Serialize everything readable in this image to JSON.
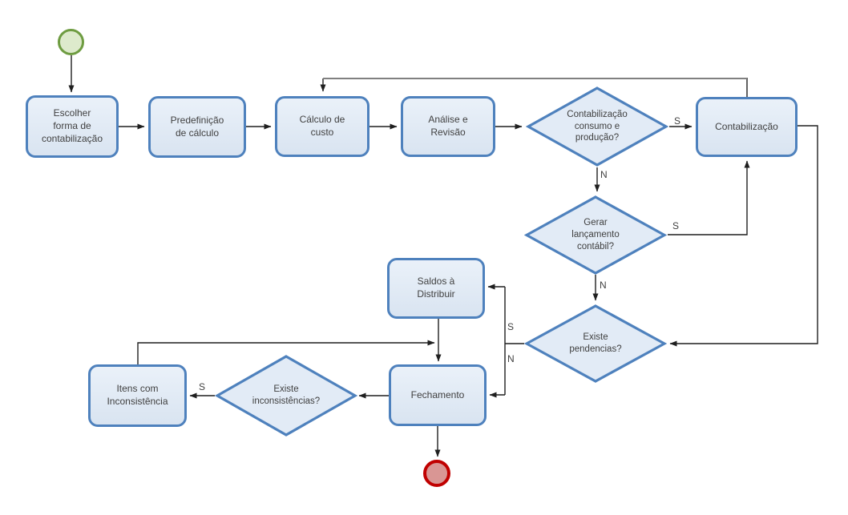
{
  "diagram": {
    "type": "flowchart",
    "language": "pt-BR",
    "nodes": {
      "start": {
        "kind": "start-event"
      },
      "escolher": {
        "label": "Escolher\nforma de\ncontabilização"
      },
      "predefinicao": {
        "label": "Predefinição\nde cálculo"
      },
      "calculo": {
        "label": "Cálculo de\ncusto"
      },
      "analise": {
        "label": "Análise e\nRevisão"
      },
      "decisao_contabilizacao": {
        "label": "Contabilização\nconsumo e\nprodução?"
      },
      "contabilizacao": {
        "label": "Contabilização"
      },
      "decisao_gerar_lancamento": {
        "label": "Gerar\nlançamento\ncontábil?"
      },
      "decisao_existe_pendencias": {
        "label": "Existe\npendencias?"
      },
      "saldos": {
        "label": "Saldos à\nDistribuir"
      },
      "fechamento": {
        "label": "Fechamento"
      },
      "decisao_existe_inconsistencias": {
        "label": "Existe\ninconsistências?"
      },
      "itens": {
        "label": "Itens com\nInconsistência"
      },
      "end": {
        "kind": "end-event"
      }
    },
    "edge_labels": {
      "contabilizacao_sim": "S",
      "contabilizacao_nao": "N",
      "gerar_sim": "S",
      "gerar_nao": "N",
      "pendencias_sim": "S",
      "pendencias_nao": "N",
      "inconsistencias_sim": "S"
    },
    "colors": {
      "shape_border": "#4E81BD",
      "shape_fill_top": "#EAF1F9",
      "shape_fill_bottom": "#D9E4F1",
      "diamond_fill": "#E2EBF6",
      "start_border": "#6E9C41",
      "start_fill": "#DDEACC",
      "end_border": "#C00000",
      "end_fill": "#D99694",
      "connector": "#1F1F1F",
      "feedback_connector": "#808080",
      "text": "#404040"
    }
  }
}
